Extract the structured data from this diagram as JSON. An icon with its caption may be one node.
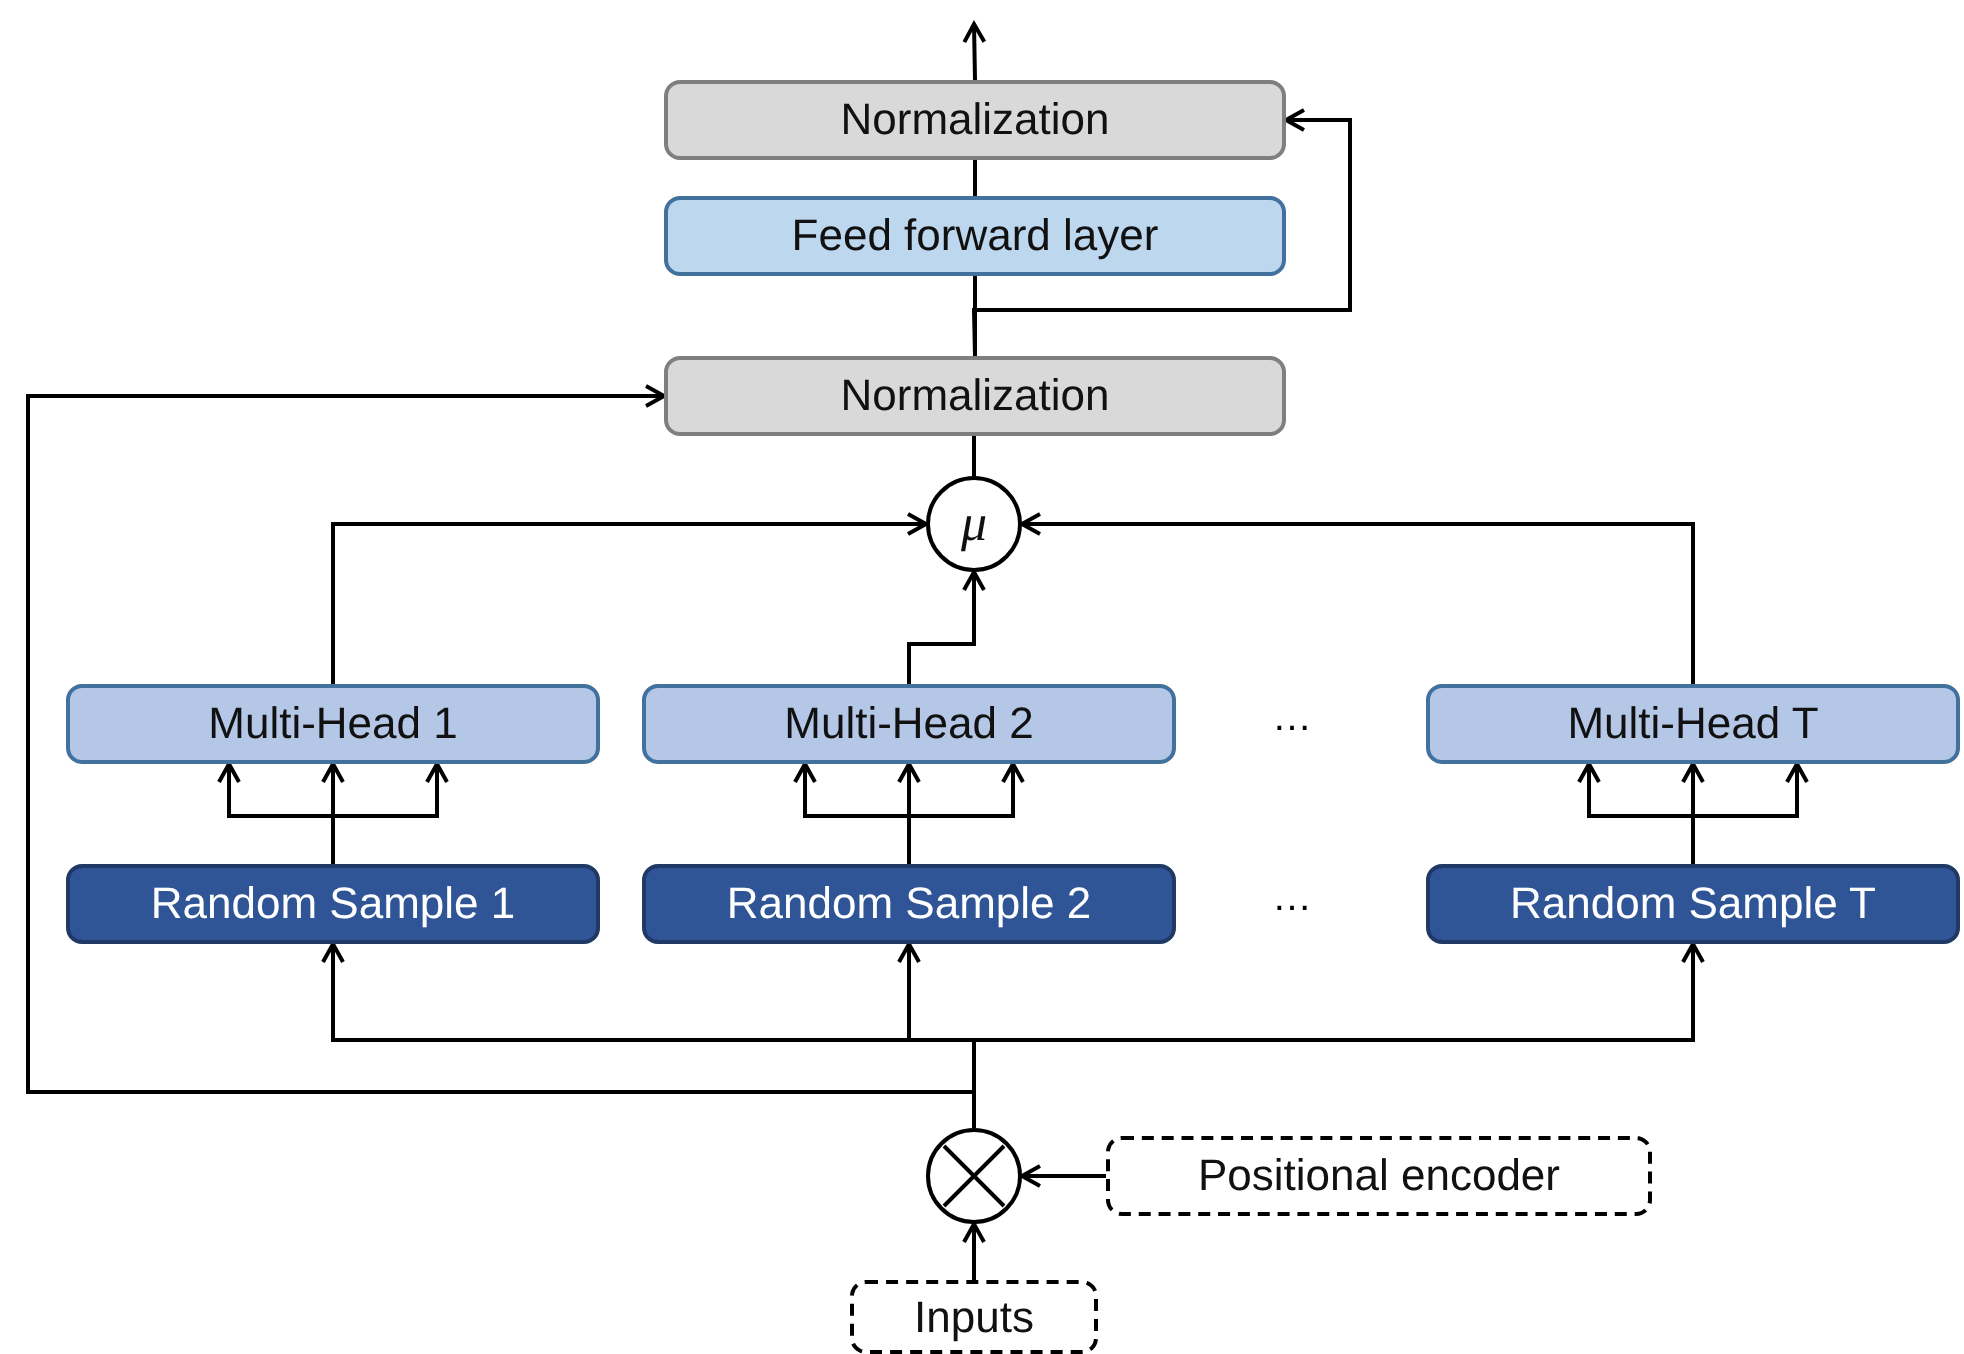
{
  "diagram": {
    "nodes": [
      {
        "text": [
          "Normalization"
        ]
      },
      {
        "text": [
          "Feed forward layer"
        ]
      },
      {
        "text": [
          "Normalization"
        ]
      },
      {
        "text": [
          "μ"
        ]
      },
      {
        "text": [
          "Multi-Head 1"
        ]
      },
      {
        "text": [
          "Multi-Head 2"
        ]
      },
      {
        "text": [
          "Multi-Head T"
        ]
      },
      {
        "text": [
          "Random Sample 1"
        ]
      },
      {
        "text": [
          "Random Sample 2"
        ]
      },
      {
        "text": [
          "Random Sample T"
        ]
      },
      {
        "text": [],
        "shape": "circle"
      },
      {
        "text": [
          "Positional encoder"
        ]
      },
      {
        "text": [
          "Inputs"
        ]
      }
    ],
    "edges": [
      {
        "from": 0,
        "to": null,
        "arrow": "to"
      },
      {
        "from": 1,
        "to": 0,
        "arrow": "none"
      },
      {
        "from": 2,
        "to": 1,
        "arrow": "none"
      },
      {
        "from": 2,
        "to": 0,
        "arrow": "to"
      },
      {
        "from": 3,
        "to": 2,
        "arrow": "none"
      },
      {
        "from": 4,
        "to": 3,
        "arrow": "to"
      },
      {
        "from": 5,
        "to": 3,
        "arrow": "to"
      },
      {
        "from": 6,
        "to": 3,
        "arrow": "to"
      },
      {
        "from": 7,
        "to": 4,
        "arrow": "to"
      },
      {
        "from": 8,
        "to": 5,
        "arrow": "to"
      },
      {
        "from": 9,
        "to": 6,
        "arrow": "to"
      },
      {
        "from": 10,
        "to": 7,
        "arrow": "to"
      },
      {
        "from": 10,
        "to": 8,
        "arrow": "to"
      },
      {
        "from": 10,
        "to": 9,
        "arrow": "to"
      },
      {
        "from": 10,
        "to": 2,
        "arrow": "to"
      },
      {
        "from": 11,
        "to": 10,
        "arrow": "to"
      },
      {
        "from": 12,
        "to": 10,
        "arrow": "to"
      }
    ],
    "labels": [
      "…",
      "…"
    ]
  }
}
